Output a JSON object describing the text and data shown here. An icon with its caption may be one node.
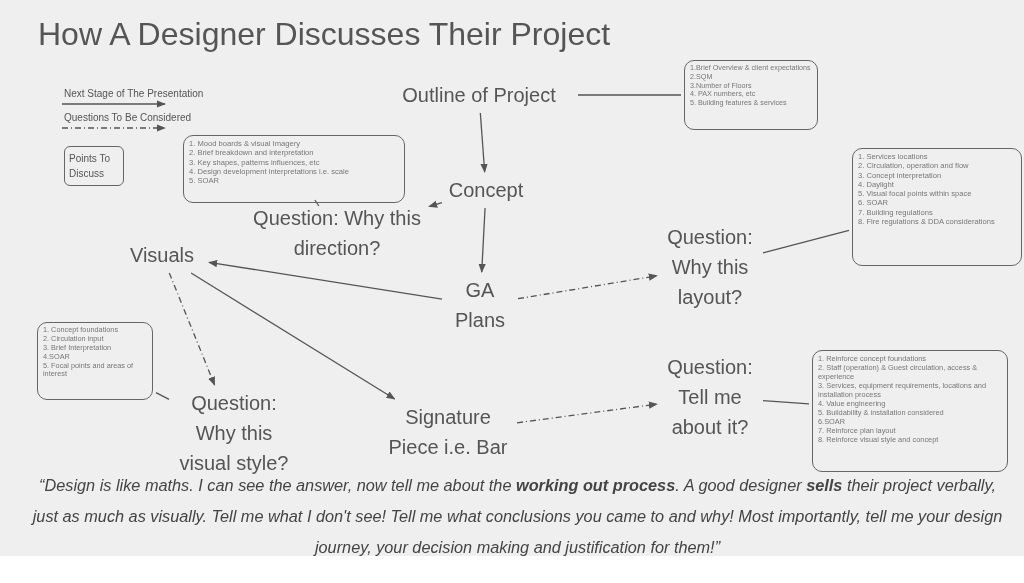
{
  "diagram": {
    "title": "How A Designer Discusses Their Project",
    "caption": "“Design is like maths. I can see the answer, now tell me about the **working out process**. A good designer **sells** their project verbally, just as much as visually. Tell me what I don't see! Tell me what conclusions you came to and why! Most importantly, tell me your design journey, your decision making and justification for them!”",
    "nodes": [
      {
        "text": [
          "Outline of Project"
        ]
      },
      {
        "text": [
          "1.Brief Overview & client expectations",
          "2.SQM",
          "3.Number of Floors",
          "4. PAX numbers, etc",
          "5. Building features & services"
        ]
      },
      {
        "text": [
          "Concept"
        ]
      },
      {
        "text": [
          "1. Mood boards & visual Imagery",
          "2. Brief breakdown and interpretation",
          "3. Key shapes, patterns influences, etc",
          "4. Design development interpretations i.e. scale",
          "5. SOAR"
        ]
      },
      {
        "text": [
          "Question: Why this direction?"
        ]
      },
      {
        "text": [
          "Visuals"
        ]
      },
      {
        "text": [
          "GA Plans"
        ]
      },
      {
        "text": [
          "Question: Why this layout?"
        ]
      },
      {
        "text": [
          "1. Services locations",
          "2. Circulation, operation and flow",
          "3. Concept interpretation",
          "4. Daylight",
          "5. Visual focal points within space",
          "6. SOAR",
          "7. Building regulations",
          "8. Fire regulations & DDA considerations"
        ]
      },
      {
        "text": [
          "1. Concept foundations",
          "2. Circulation input",
          "3. Brief Interpretation",
          "4.SOAR",
          "5. Focal points and areas of interest"
        ]
      },
      {
        "text": [
          "Question: Why this visual style?"
        ]
      },
      {
        "text": [
          "Signature Piece i.e. Bar"
        ]
      },
      {
        "text": [
          "Question: Tell me about it?"
        ]
      },
      {
        "text": [
          "1. Reinforce concept foundations",
          "2. Staff (operation) & Guest circulation, access & experience",
          "3. Services, equipment requirements, locations and installation process",
          "4. Value engineering",
          "5. Buildability & installation considered",
          "6.SOAR",
          "7. Reinforce plan layout",
          "8. Reinforce visual style and concept"
        ]
      }
    ],
    "edges": [
      {
        "from": 0,
        "to": 1,
        "arrow": "none"
      },
      {
        "from": 0,
        "to": 2,
        "arrow": "to"
      },
      {
        "from": 2,
        "to": 6,
        "arrow": "to"
      },
      {
        "from": 2,
        "to": 4,
        "arrow": "to",
        "style": "dashed"
      },
      {
        "from": 4,
        "to": 3,
        "arrow": "none"
      },
      {
        "from": 6,
        "to": 5,
        "arrow": "to"
      },
      {
        "from": 6,
        "to": 7,
        "arrow": "to",
        "style": "dashed"
      },
      {
        "from": 7,
        "to": 8,
        "arrow": "none"
      },
      {
        "from": 5,
        "to": 10,
        "arrow": "to",
        "style": "dashed"
      },
      {
        "from": 10,
        "to": 9,
        "arrow": "none"
      },
      {
        "from": 5,
        "to": 11,
        "arrow": "to"
      },
      {
        "from": 11,
        "to": 12,
        "arrow": "to",
        "style": "dashed"
      },
      {
        "from": 12,
        "to": 13,
        "arrow": "none"
      }
    ],
    "legend": [
      {
        "text": "Next Stage of The Presentation"
      },
      {
        "text": "Questions To  Be Considered"
      },
      {
        "text": "Points To Discuss"
      }
    ]
  }
}
